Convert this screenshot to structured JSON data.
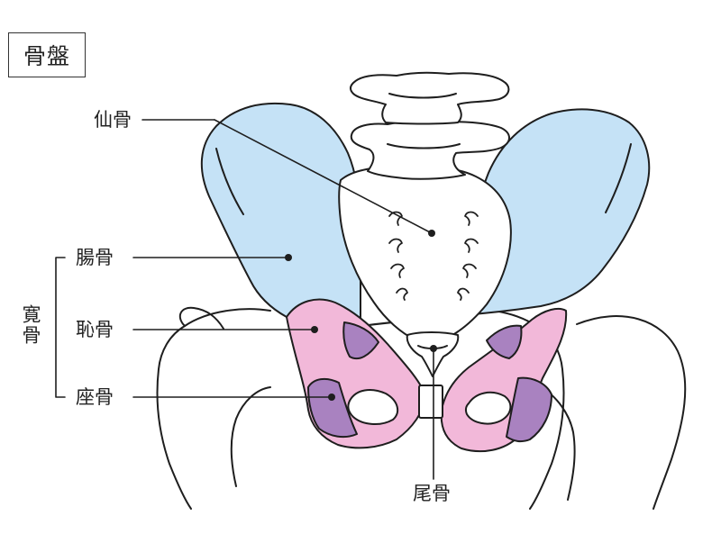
{
  "title": "骨盤",
  "labels": {
    "sacrum": "仙骨",
    "ilium": "腸骨",
    "pubis": "恥骨",
    "ischium": "座骨",
    "coccyx": "尾骨",
    "hip_bone": "寛骨"
  },
  "colors": {
    "ilium": "#c5e2f6",
    "pubis": "#f2b8d9",
    "ischium": "#a982c0",
    "outline": "#1e1e1e",
    "bone": "#ffffff"
  }
}
